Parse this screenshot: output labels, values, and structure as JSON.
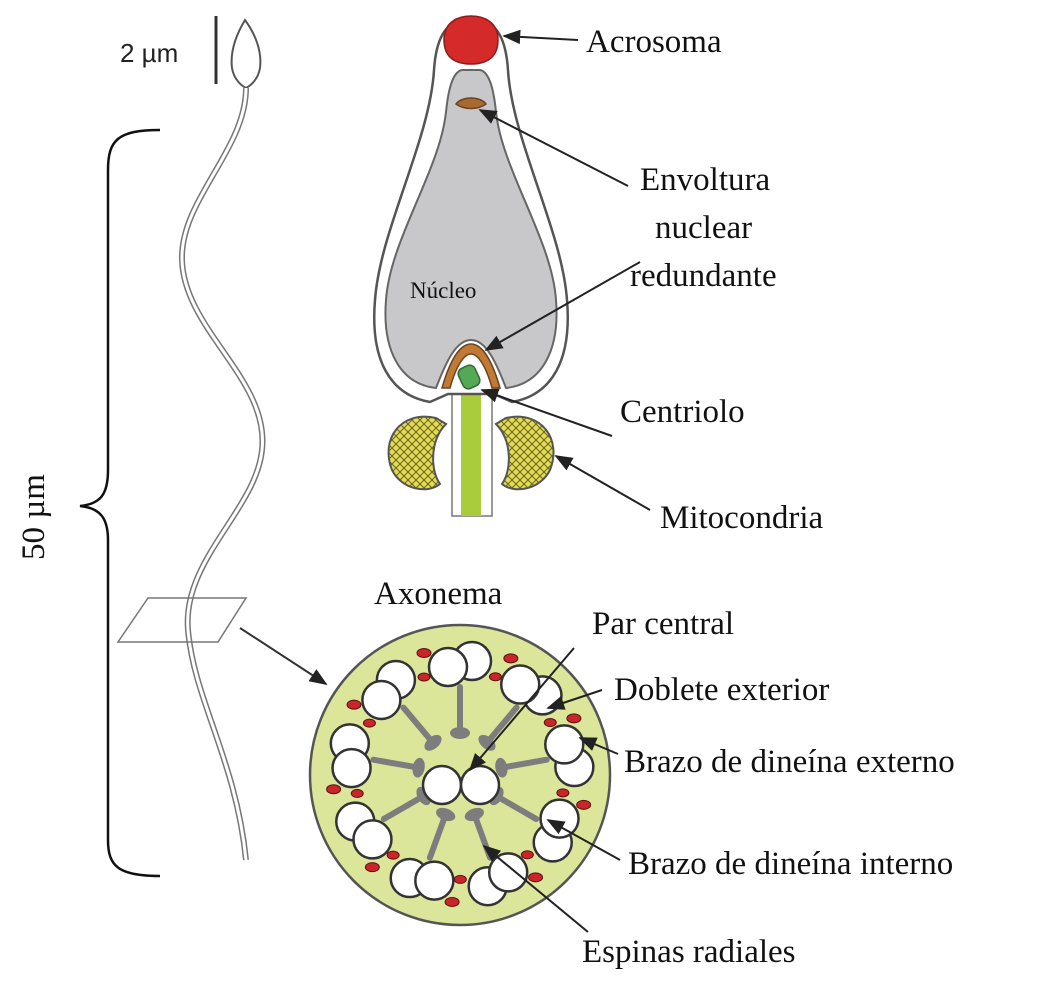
{
  "scale_label": "2 µm",
  "length_label": "50 µm",
  "head": {
    "nucleus_label": "Núcleo",
    "acrosome_label": "Acrosoma",
    "envelope_label_lines": [
      "Envoltura",
      "nuclear",
      "redundante"
    ],
    "centriole_label": "Centriolo",
    "mitochondria_label": "Mitocondria"
  },
  "axoneme": {
    "title": "Axonema",
    "central_pair_label": "Par central",
    "outer_doublet_label": "Doblete exterior",
    "outer_dynein_label": "Brazo de dineína externo",
    "inner_dynein_label": "Brazo de dineína interno",
    "radial_spokes_label": "Espinas radiales",
    "doublet_count": 9
  },
  "colors": {
    "acrosome": "#d42a2a",
    "nucleus": "#c8c8ca",
    "axoneme_fill": "#dbe69a",
    "flagellum": "#a9cc3c",
    "mitochondria": "#e3dc55",
    "centriole": "#55a855",
    "envelope": "#c07a35",
    "dynein": "#c8262a",
    "spoke": "#7d7d7d"
  }
}
